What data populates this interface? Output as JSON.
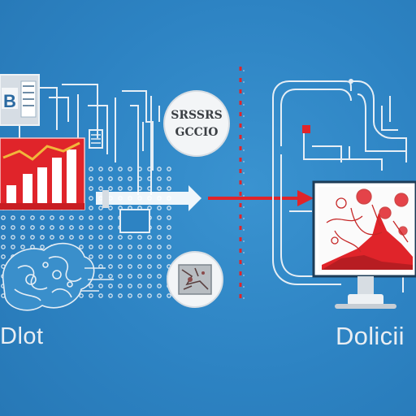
{
  "left_label": "Dlot",
  "right_label": "Dolicii",
  "bubble": {
    "line1": "SRSSRS",
    "line2": "GCCIO"
  },
  "tile_glyph": "B",
  "colors": {
    "background": "#2f86c6",
    "line": "#e6eef5",
    "accent_red": "#e0242a",
    "chart_bar": "#ffffff",
    "chart_line": "#f2b63b"
  },
  "icons": {
    "brain": "brain-circuit-icon",
    "chart": "bar-chart-icon",
    "monitor": "monitor-icon",
    "arrow": "right-arrow-icon"
  }
}
